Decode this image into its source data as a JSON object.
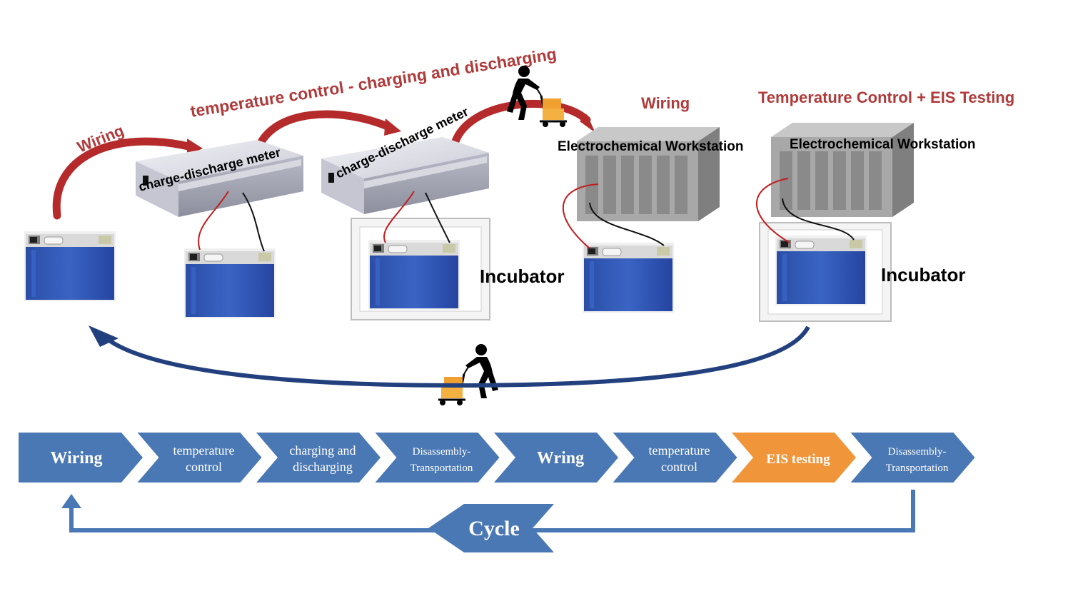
{
  "labels": {
    "wiring_1": "Wiring",
    "temp_charge": "temperature control - charging and discharging",
    "wiring_2": "Wiring",
    "temp_eis": "Temperature Control + EIS Testing",
    "meter_1": "charge-discharge meter",
    "meter_2": "charge-discharge meter",
    "workstation_1": "Electrochemical Workstation",
    "workstation_2": "Electrochemical Workstation",
    "incubator_1": "Incubator",
    "incubator_2": "Incubator"
  },
  "steps": [
    {
      "line1": "Wiring",
      "line2": "",
      "color": "#4a78b4",
      "bold": true
    },
    {
      "line1": "temperature",
      "line2": "control",
      "color": "#4a78b4",
      "bold": false
    },
    {
      "line1": "charging and",
      "line2": "discharging",
      "color": "#4a78b4",
      "bold": false
    },
    {
      "line1": "Disassembly-",
      "line2": "Transportation",
      "color": "#4a78b4",
      "bold": false
    },
    {
      "line1": "Wring",
      "line2": "",
      "color": "#4a78b4",
      "bold": true
    },
    {
      "line1": "temperature",
      "line2": "control",
      "color": "#4a78b4",
      "bold": false
    },
    {
      "line1": "EIS testing",
      "line2": "",
      "color": "#f0953a",
      "bold": true
    },
    {
      "line1": "Disassembly-",
      "line2": "Transportation",
      "color": "#4a78b4",
      "bold": false
    }
  ],
  "cycle_label": "Cycle",
  "colors": {
    "step_blue": "#4a78b4",
    "step_orange": "#f0953a",
    "red_arrow": "#b52a2a",
    "navy_arrow": "#23407e",
    "battery_blue": "#2b4fa8"
  },
  "icons": [
    "battery-icon",
    "charge-discharge-meter-icon",
    "electrochemical-workstation-icon",
    "incubator-icon",
    "worker-with-cart-icon"
  ]
}
